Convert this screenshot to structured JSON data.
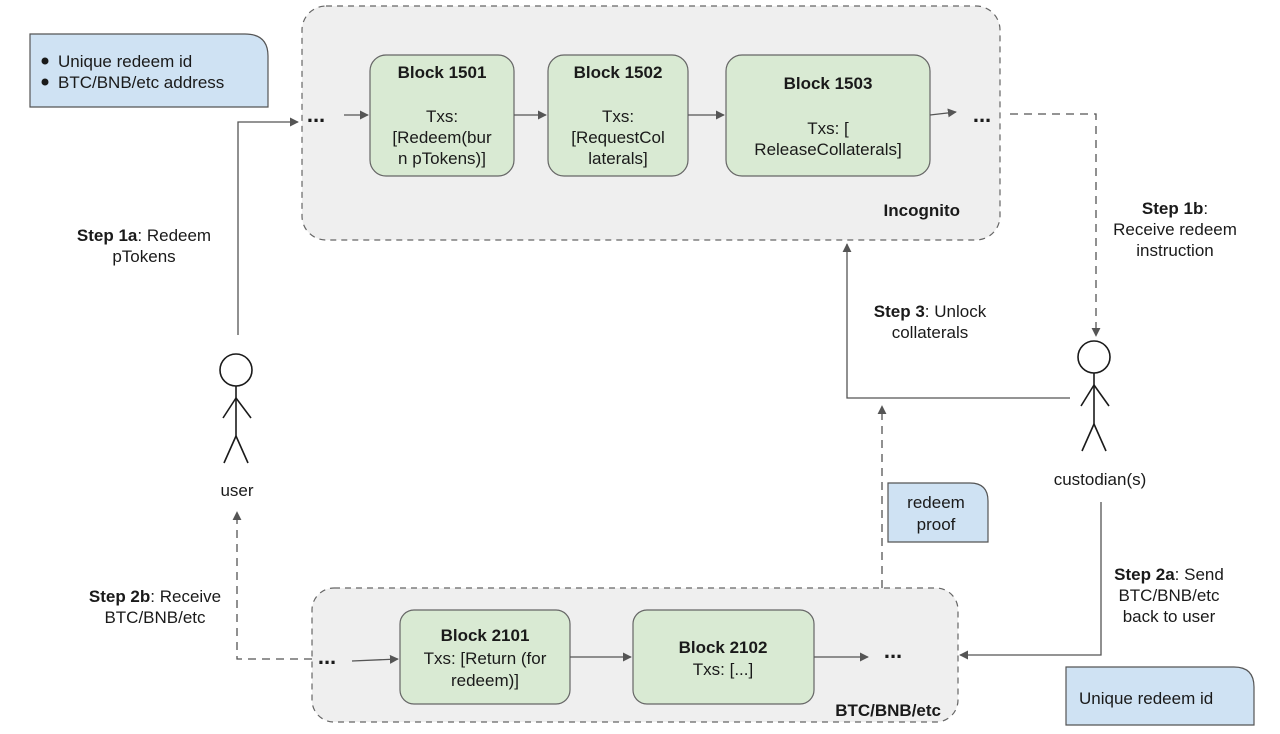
{
  "notes": {
    "top_left": {
      "items": [
        "Unique redeem id",
        "BTC/BNB/etc address"
      ]
    },
    "redeem_proof": {
      "lines": [
        "redeem",
        "proof"
      ]
    },
    "bottom_right": {
      "text": "Unique redeem id"
    }
  },
  "chains": {
    "incognito": {
      "label": "Incognito"
    },
    "external": {
      "label": "BTC/BNB/etc"
    }
  },
  "ellipsis": "...",
  "blocks": {
    "b1501": {
      "title": "Block 1501",
      "tx_lines": [
        "Txs:",
        "[Redeem(bur",
        "n pTokens)]"
      ]
    },
    "b1502": {
      "title": "Block 1502",
      "tx_lines": [
        "Txs:",
        "[RequestCol",
        "laterals]"
      ]
    },
    "b1503": {
      "title": "Block 1503",
      "tx_lines": [
        "Txs: [",
        "ReleaseCollaterals]"
      ]
    },
    "b2101": {
      "title": "Block 2101",
      "tx_lines": [
        "Txs: [Return (for",
        "redeem)]"
      ]
    },
    "b2102": {
      "title": "Block 2102",
      "tx_lines": [
        "Txs: [...]"
      ]
    }
  },
  "actors": {
    "user": {
      "label": "user"
    },
    "custodian": {
      "label": "custodian(s)"
    }
  },
  "steps": {
    "s1a": {
      "bold": "Step 1a",
      "rest": ": Redeem",
      "line2": "pTokens"
    },
    "s1b": {
      "bold": "Step 1b",
      "rest": ":",
      "line2": "Receive redeem",
      "line3": "instruction"
    },
    "s2a": {
      "bold": "Step 2a",
      "rest": ": Send",
      "line2": "BTC/BNB/etc",
      "line3": "back to user"
    },
    "s2b": {
      "bold": "Step 2b",
      "rest": ": Receive",
      "line2": "BTC/BNB/etc"
    },
    "s3": {
      "bold": "Step 3",
      "rest": ": Unlock",
      "line2": "collaterals"
    }
  }
}
